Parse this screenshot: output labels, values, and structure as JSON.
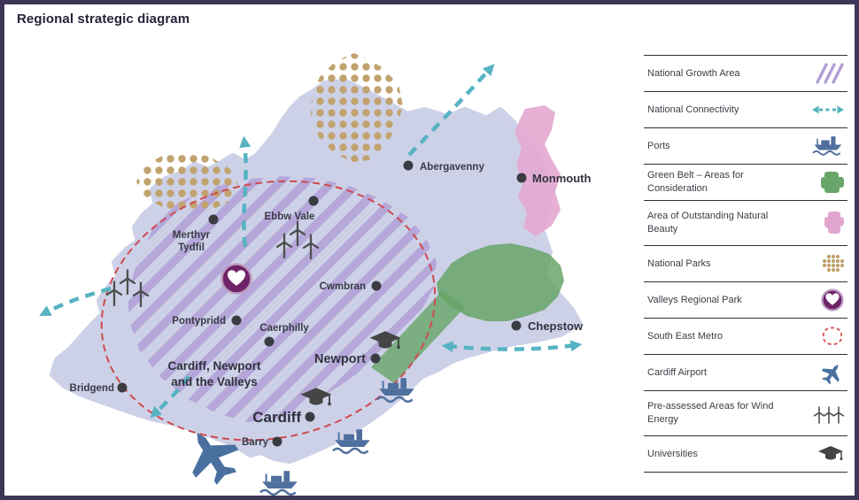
{
  "title": "Regional strategic diagram",
  "map": {
    "region_label": {
      "line1": "Cardiff, Newport",
      "line2": "and the Valleys"
    },
    "cities": [
      {
        "name": "Abergavenny"
      },
      {
        "name": "Monmouth"
      },
      {
        "name": "Ebbw Vale"
      },
      {
        "name": "Merthyr Tydfil",
        "line1": "Merthyr",
        "line2": "Tydfil"
      },
      {
        "name": "Cwmbran"
      },
      {
        "name": "Pontypridd"
      },
      {
        "name": "Caerphilly"
      },
      {
        "name": "Chepstow"
      },
      {
        "name": "Newport"
      },
      {
        "name": "Bridgend"
      },
      {
        "name": "Cardiff"
      },
      {
        "name": "Barry"
      }
    ]
  },
  "legend": {
    "items": [
      {
        "label": "National Growth Area",
        "icon": "diagonal-lines"
      },
      {
        "label": "National Connectivity",
        "icon": "dashed-arrow"
      },
      {
        "label": "Ports",
        "icon": "ship"
      },
      {
        "label": "Green Belt – Areas for Consideration",
        "icon": "green-area"
      },
      {
        "label": "Area of Outstanding Natural Beauty",
        "icon": "pink-area"
      },
      {
        "label": "National Parks",
        "icon": "tan-dots"
      },
      {
        "label": "Valleys Regional Park",
        "icon": "heart-badge"
      },
      {
        "label": "South East Metro",
        "icon": "dashed-circle"
      },
      {
        "label": "Cardiff Airport",
        "icon": "plane"
      },
      {
        "label": "Pre-assessed Areas for Wind Energy",
        "icon": "wind-turbines"
      },
      {
        "label": "Universities",
        "icon": "graduation-cap"
      }
    ]
  },
  "colors": {
    "frame": "#3e3557",
    "region_fill": "#cdd1e8",
    "growth_hatch": "#b1a0d6",
    "connectivity_teal": "#57b3c1",
    "green_belt": "#67a567",
    "aonb_pink": "#e4a9d1",
    "national_parks_tan": "#c1a36f",
    "metro_red": "#ce4a50",
    "port_blue": "#4f6f9e",
    "valleys_purple": "#6f2368"
  }
}
